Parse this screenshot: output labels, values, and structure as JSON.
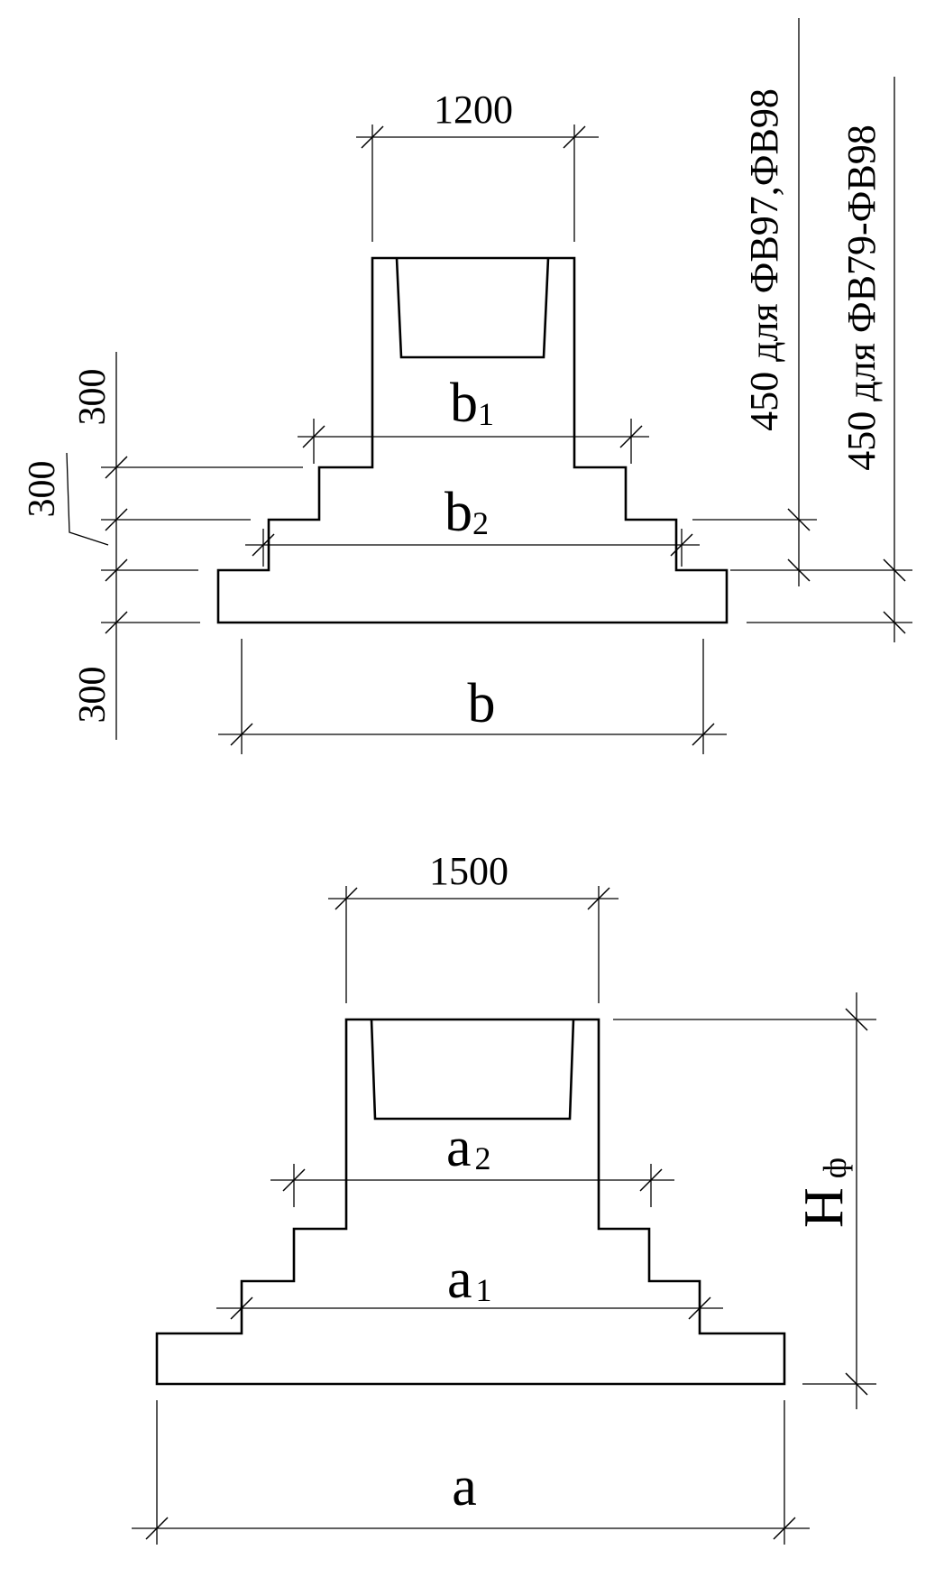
{
  "views": {
    "section_b": {
      "top_width": "1200",
      "step_upper_label": "b",
      "step_upper_sub": "1",
      "step_lower_label": "b",
      "step_lower_sub": "2",
      "base_label": "b",
      "height_step_top": "300",
      "height_step_mid": "300",
      "height_base": "300",
      "note_right_1": "450 для ФВ97,ФВ98",
      "note_right_2": "450 для ФВ79-ФВ98"
    },
    "section_a": {
      "top_width": "1500",
      "step_upper_label": "a",
      "step_upper_sub": "2",
      "step_lower_label": "a",
      "step_lower_sub": "1",
      "base_label": "a",
      "height_label": "H",
      "height_sub": "ф"
    }
  }
}
